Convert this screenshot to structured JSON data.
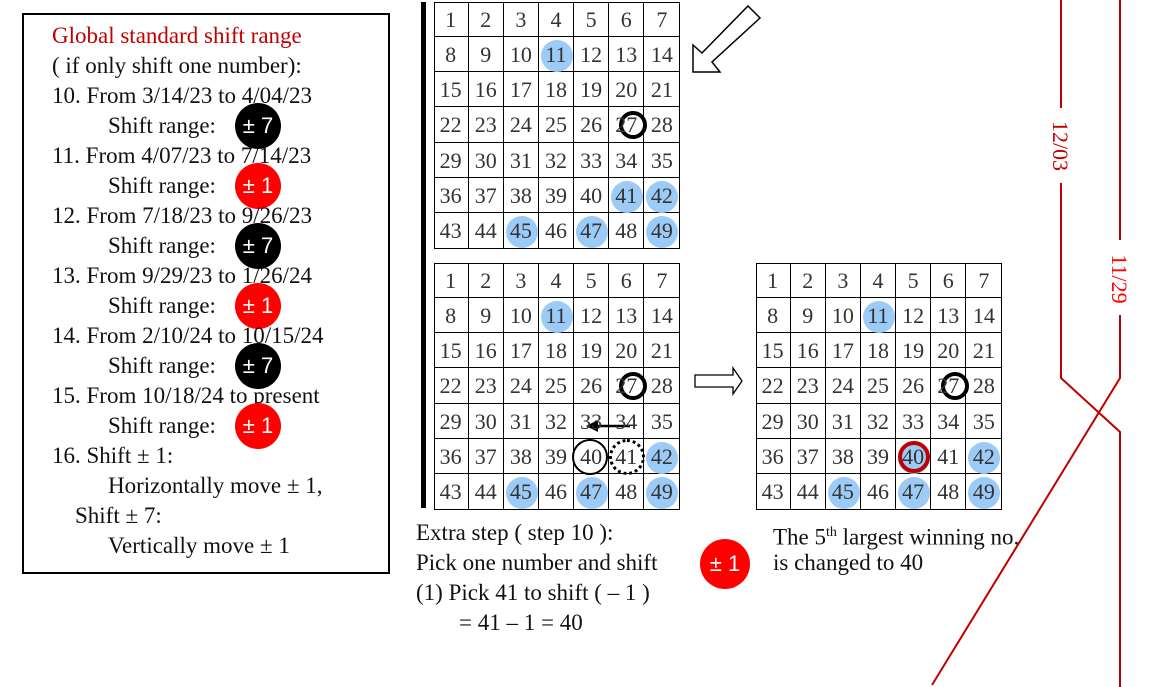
{
  "legend": {
    "title": "Global standard shift range",
    "subtitle": "( if only shift one number):",
    "items": [
      {
        "label": "10. From 3/14/23 to 4/04/23",
        "range_label": "Shift range:",
        "badge": "± 7",
        "badge_color": "#000000"
      },
      {
        "label": "11. From 4/07/23 to 7/14/23",
        "range_label": "Shift range:",
        "badge": "± 1",
        "badge_color": "#ff0000"
      },
      {
        "label": "12. From 7/18/23 to 9/26/23",
        "range_label": "Shift range:",
        "badge": "± 7",
        "badge_color": "#000000"
      },
      {
        "label": "13. From 9/29/23 to 1/26/24",
        "range_label": "Shift range:",
        "badge": "± 1",
        "badge_color": "#ff0000"
      },
      {
        "label": "14. From 2/10/24 to 10/15/24",
        "range_label": "Shift range:",
        "badge": "± 7",
        "badge_color": "#000000"
      },
      {
        "label": "15. From 10/18/24 to present",
        "range_label": "Shift range:",
        "badge": "± 1",
        "badge_color": "#ff0000"
      }
    ],
    "note": [
      "16. Shift ± 1:",
      "Horizontally move ± 1,",
      "Shift ± 7:",
      "Vertically move ± 1"
    ]
  },
  "numbers": [
    1,
    2,
    3,
    4,
    5,
    6,
    7,
    8,
    9,
    10,
    11,
    12,
    13,
    14,
    15,
    16,
    17,
    18,
    19,
    20,
    21,
    22,
    23,
    24,
    25,
    26,
    27,
    28,
    29,
    30,
    31,
    32,
    33,
    34,
    35,
    36,
    37,
    38,
    39,
    40,
    41,
    42,
    43,
    44,
    45,
    46,
    47,
    48,
    49
  ],
  "grids": [
    {
      "id": "top",
      "blue": [
        11,
        41,
        42,
        45,
        47,
        49
      ],
      "ring": [
        27
      ],
      "ring_thin": [],
      "ring_dot": [],
      "ring_red": []
    },
    {
      "id": "middle",
      "blue": [
        11,
        42,
        45,
        47,
        49
      ],
      "ring": [
        27
      ],
      "ring_thin": [
        40
      ],
      "ring_dot": [
        41
      ],
      "ring_red": []
    },
    {
      "id": "right",
      "blue": [
        11,
        40,
        42,
        45,
        47,
        49
      ],
      "ring": [
        27
      ],
      "ring_thin": [],
      "ring_dot": [],
      "ring_red": [
        40
      ]
    }
  ],
  "extra_step": {
    "line1": "Extra step ( step 10 ):",
    "line2": "Pick one number and shift",
    "badge": "± 1",
    "line3": "(1) Pick 41 to shift ( – 1 )",
    "line4": "= 41 – 1 = 40"
  },
  "result": {
    "line1_pre": "The 5",
    "line1_sup": "th",
    "line1_post": " largest winning no.",
    "line2": "is changed to 40"
  },
  "timeline": {
    "label_a": "12/03",
    "label_b": "11/29",
    "color": "#c00000"
  }
}
